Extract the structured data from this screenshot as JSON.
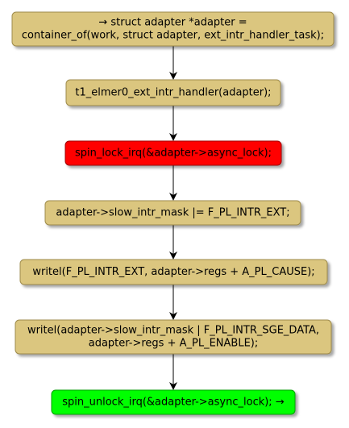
{
  "colors": {
    "default_fill": "#DBC67F",
    "default_stroke": "#9E8B4B",
    "red_fill": "#FF0000",
    "red_stroke": "#A00000",
    "green_fill": "#00FF00",
    "green_stroke": "#00A000",
    "arrow": "#000000"
  },
  "nodes": [
    {
      "id": "n1",
      "color": "default",
      "lines": [
        "→ struct adapter *adapter =",
        "container_of(work, struct adapter, ext_intr_handler_task);"
      ]
    },
    {
      "id": "n2",
      "color": "default",
      "lines": [
        "t1_elmer0_ext_intr_handler(adapter);"
      ]
    },
    {
      "id": "n3",
      "color": "red",
      "lines": [
        "spin_lock_irq(&adapter->async_lock);"
      ]
    },
    {
      "id": "n4",
      "color": "default",
      "lines": [
        "adapter->slow_intr_mask |= F_PL_INTR_EXT;"
      ]
    },
    {
      "id": "n5",
      "color": "default",
      "lines": [
        "writel(F_PL_INTR_EXT, adapter->regs + A_PL_CAUSE);"
      ]
    },
    {
      "id": "n6",
      "color": "default",
      "lines": [
        "writel(adapter->slow_intr_mask | F_PL_INTR_SGE_DATA,",
        "adapter->regs + A_PL_ENABLE);"
      ]
    },
    {
      "id": "n7",
      "color": "green",
      "lines": [
        "spin_unlock_irq(&adapter->async_lock); →"
      ]
    }
  ],
  "edges": [
    {
      "from": "n1",
      "to": "n2"
    },
    {
      "from": "n2",
      "to": "n3"
    },
    {
      "from": "n3",
      "to": "n4"
    },
    {
      "from": "n4",
      "to": "n5"
    },
    {
      "from": "n5",
      "to": "n6"
    },
    {
      "from": "n6",
      "to": "n7"
    }
  ]
}
